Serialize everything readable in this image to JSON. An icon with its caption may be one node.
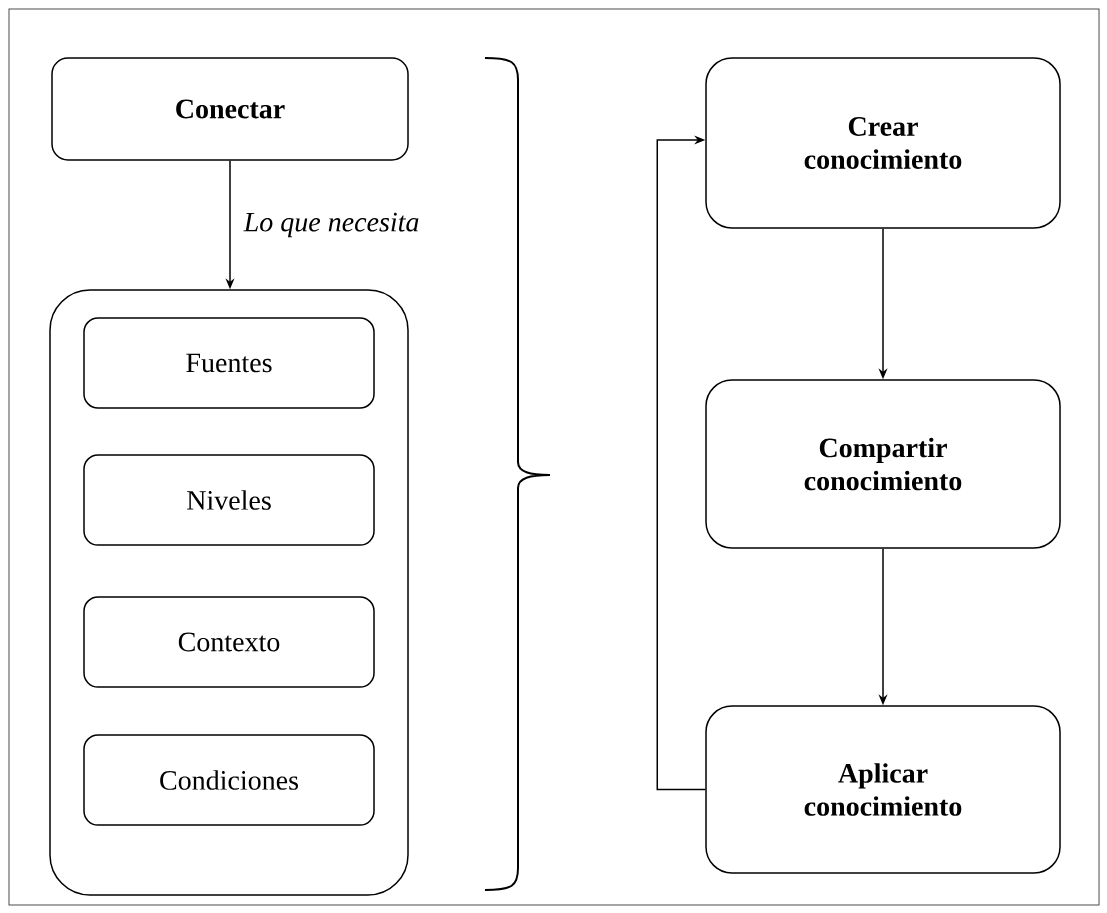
{
  "diagram": {
    "nodes": [
      {
        "text": [
          "Conectar"
        ]
      },
      {
        "text": [],
        "shape": "box"
      },
      {
        "text": [
          "Fuentes"
        ],
        "in": 1
      },
      {
        "text": [
          "Niveles"
        ],
        "in": 1
      },
      {
        "text": [
          "Contexto"
        ],
        "in": 1
      },
      {
        "text": [
          "Condiciones"
        ],
        "in": 1
      },
      {
        "text": [
          "Crear conocimiento"
        ]
      },
      {
        "text": [
          "Compartir conocimiento"
        ]
      },
      {
        "text": [
          "Aplicar conocimiento"
        ]
      }
    ],
    "edges": [
      {
        "from": 0,
        "to": 1,
        "arrow": "to",
        "label": "Lo que necesita"
      },
      {
        "from": 6,
        "to": 7,
        "arrow": "to"
      },
      {
        "from": 7,
        "to": 8,
        "arrow": "to"
      },
      {
        "from": 8,
        "to": 6,
        "arrow": "to"
      }
    ]
  }
}
